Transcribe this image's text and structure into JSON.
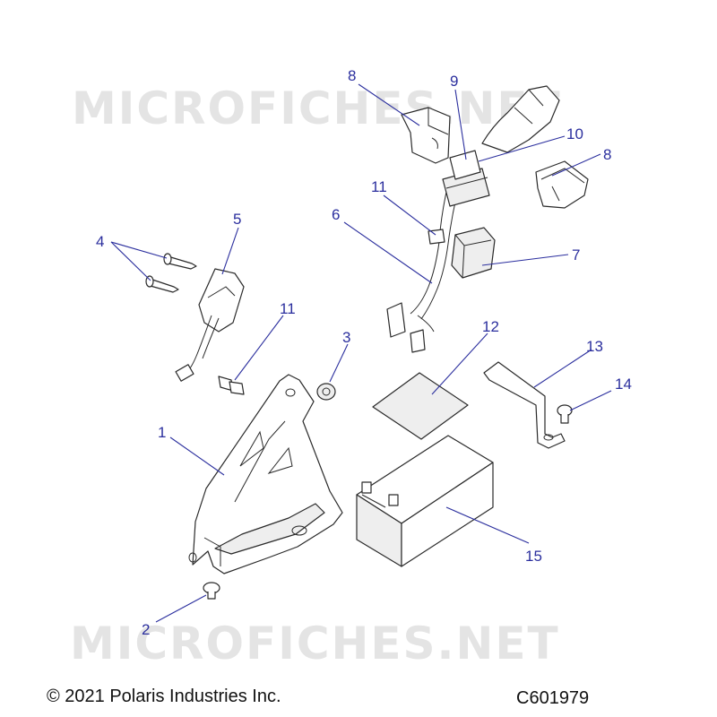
{
  "watermark": "MICROFICHES.NET",
  "callouts": [
    {
      "id": "c1",
      "label": "1"
    },
    {
      "id": "c2",
      "label": "2"
    },
    {
      "id": "c3",
      "label": "3"
    },
    {
      "id": "c4",
      "label": "4"
    },
    {
      "id": "c5",
      "label": "5"
    },
    {
      "id": "c6",
      "label": "6"
    },
    {
      "id": "c7",
      "label": "7"
    },
    {
      "id": "c8a",
      "label": "8"
    },
    {
      "id": "c8b",
      "label": "8"
    },
    {
      "id": "c9",
      "label": "9"
    },
    {
      "id": "c10",
      "label": "10"
    },
    {
      "id": "c11a",
      "label": "11"
    },
    {
      "id": "c11b",
      "label": "11"
    },
    {
      "id": "c12",
      "label": "12"
    },
    {
      "id": "c13",
      "label": "13"
    },
    {
      "id": "c14",
      "label": "14"
    },
    {
      "id": "c15",
      "label": "15"
    }
  ],
  "footer": {
    "copyright": "© 2021 Polaris Industries Inc.",
    "drawing_id": "C601979"
  },
  "colors": {
    "callout": "#2b2f9e",
    "line_art": "#2a2a2a",
    "watermark": "#e4e4e4"
  }
}
